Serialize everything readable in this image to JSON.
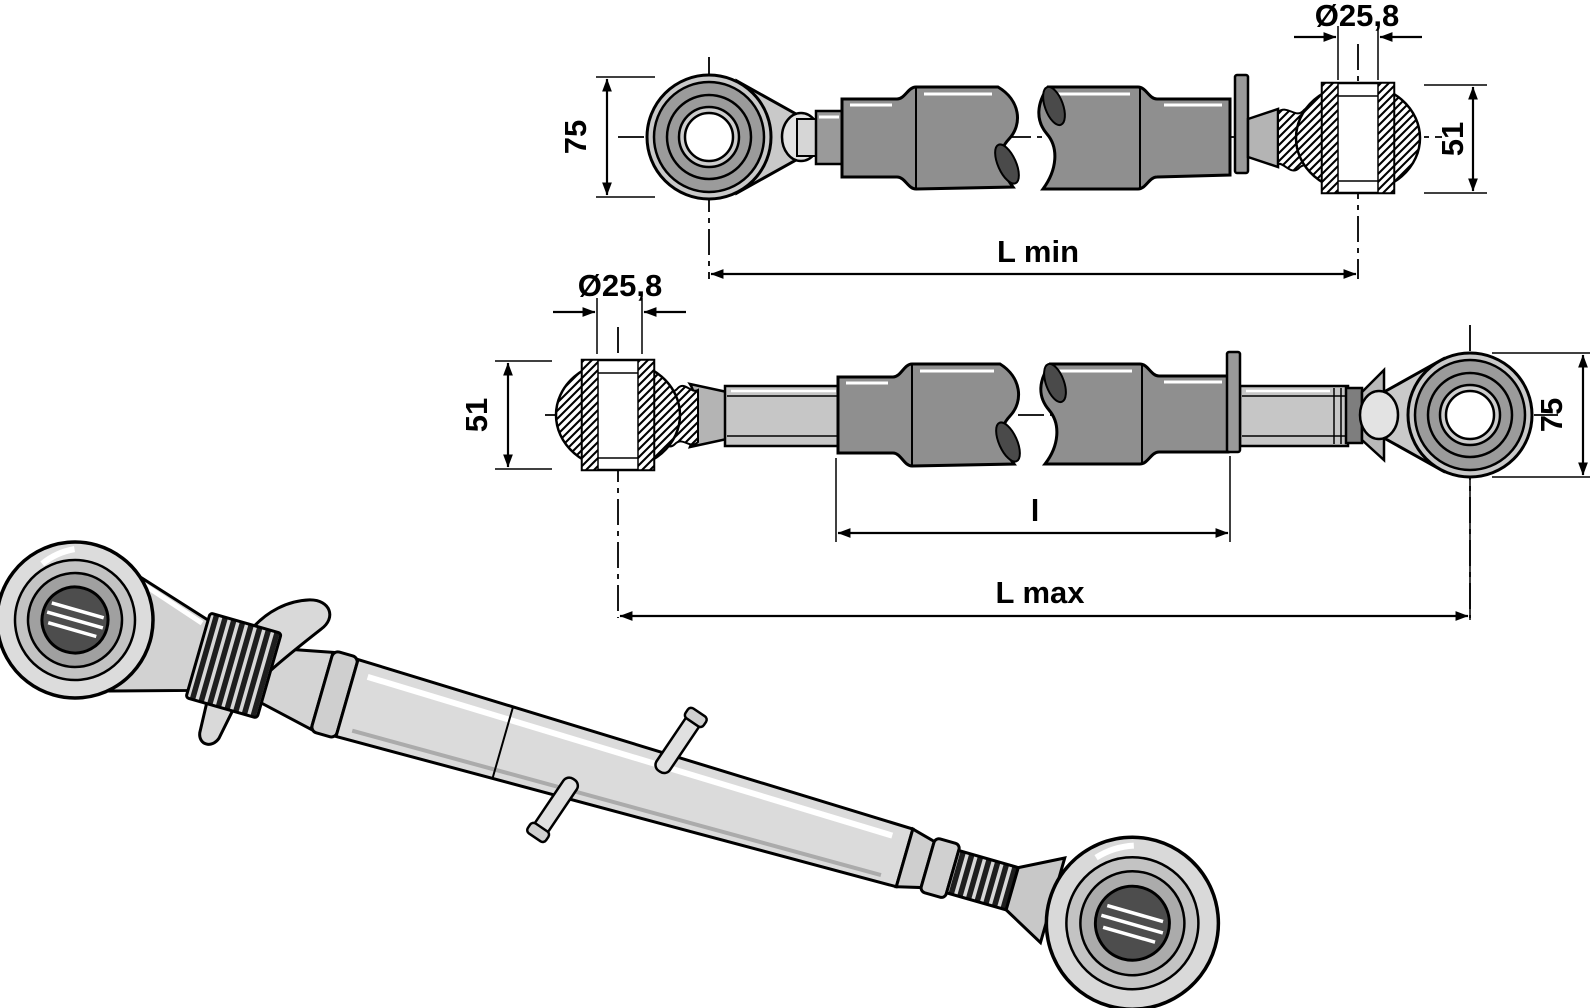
{
  "drawing": {
    "type": "technical-drawing",
    "subject": "top-link turnbuckle with ball joint ends, shown compressed and extended, with 3D illustration",
    "views": {
      "compressed": {
        "length_label": "L min",
        "eye_height_label": "75",
        "ball_width_label": "51",
        "bore_label": "Ø25,8"
      },
      "extended": {
        "length_label": "L max",
        "thread_length_label": "l",
        "eye_height_label": "75",
        "ball_width_label": "51",
        "bore_label": "Ø25,8"
      }
    },
    "colors": {
      "outline": "#000000",
      "background": "#ffffff",
      "tube_dark": "#8f8f8f",
      "rod_light": "#c6c6c6",
      "cone_mid": "#b4b4b4",
      "eye_outer": "#c9c9c9",
      "eye_ring": "#9b9b9b",
      "iso_body": "#d9d9d9",
      "hole_dark": "#4d4d4d",
      "break_shadow": "#4a4a4a"
    }
  }
}
